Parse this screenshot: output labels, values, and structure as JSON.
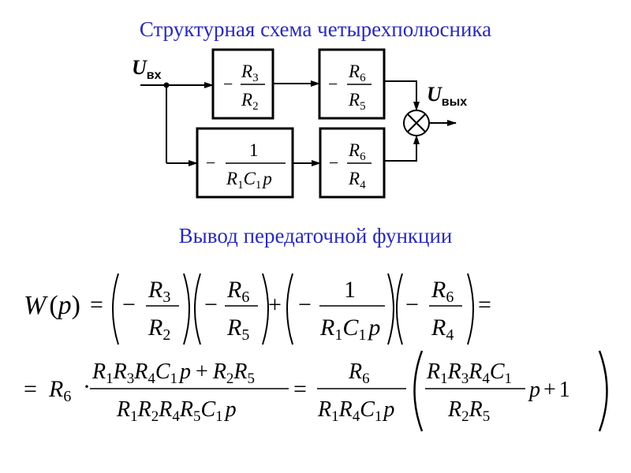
{
  "titles": {
    "scheme": "Структурная схема четырехполюсника",
    "derivation": "Вывод передаточной функции"
  },
  "diagram": {
    "input_label": "U",
    "input_sub": "вх",
    "output_label": "U",
    "output_sub": "вых",
    "block1": {
      "sign": "−",
      "num_var": "R",
      "num_sub": "3",
      "den_var": "R",
      "den_sub": "2"
    },
    "block2": {
      "sign": "−",
      "num_var": "R",
      "num_sub": "6",
      "den_var": "R",
      "den_sub": "5"
    },
    "block3": {
      "sign": "−",
      "num": "1",
      "den_r": "R",
      "den_r_sub": "1",
      "den_c": "C",
      "den_c_sub": "1",
      "den_p": "p"
    },
    "block4": {
      "sign": "−",
      "num_var": "R",
      "num_sub": "6",
      "den_var": "R",
      "den_sub": "4"
    }
  },
  "formula": {
    "line1": {
      "lhs": "W",
      "lhs_arg": "p",
      "open_paren": "(",
      "close_paren": ")",
      "eq": "=",
      "plus": "+",
      "minus": "−",
      "tail_eq": "=",
      "f1": {
        "num": "R",
        "num_sub": "3",
        "den": "R",
        "den_sub": "2"
      },
      "f2": {
        "num": "R",
        "num_sub": "6",
        "den": "R",
        "den_sub": "5"
      },
      "f3": {
        "num": "1",
        "den_r": "R",
        "den_r_sub": "1",
        "den_c": "C",
        "den_c_sub": "1",
        "den_p": "p"
      },
      "f4": {
        "num": "R",
        "num_sub": "6",
        "den": "R",
        "den_sub": "4"
      }
    },
    "line2": {
      "lead_eq": "=",
      "factor": "R",
      "factor_sub": "6",
      "dot": "·",
      "mid_eq": "=",
      "plus": "+",
      "one": "1",
      "p": "p",
      "big_num": [
        "R",
        "1",
        "R",
        "3",
        "R",
        "4",
        "C",
        "1",
        "p",
        "R",
        "2",
        "R",
        "5"
      ],
      "big_den": [
        "R",
        "1",
        "R",
        "2",
        "R",
        "4",
        "R",
        "5",
        "C",
        "1",
        "p"
      ],
      "f_num": [
        "R",
        "6"
      ],
      "f_den": [
        "R",
        "1",
        "R",
        "4",
        "C",
        "1",
        "p"
      ],
      "inner_num": [
        "R",
        "1",
        "R",
        "3",
        "R",
        "4",
        "C",
        "1"
      ],
      "inner_den": [
        "R",
        "2",
        "R",
        "5"
      ]
    }
  }
}
